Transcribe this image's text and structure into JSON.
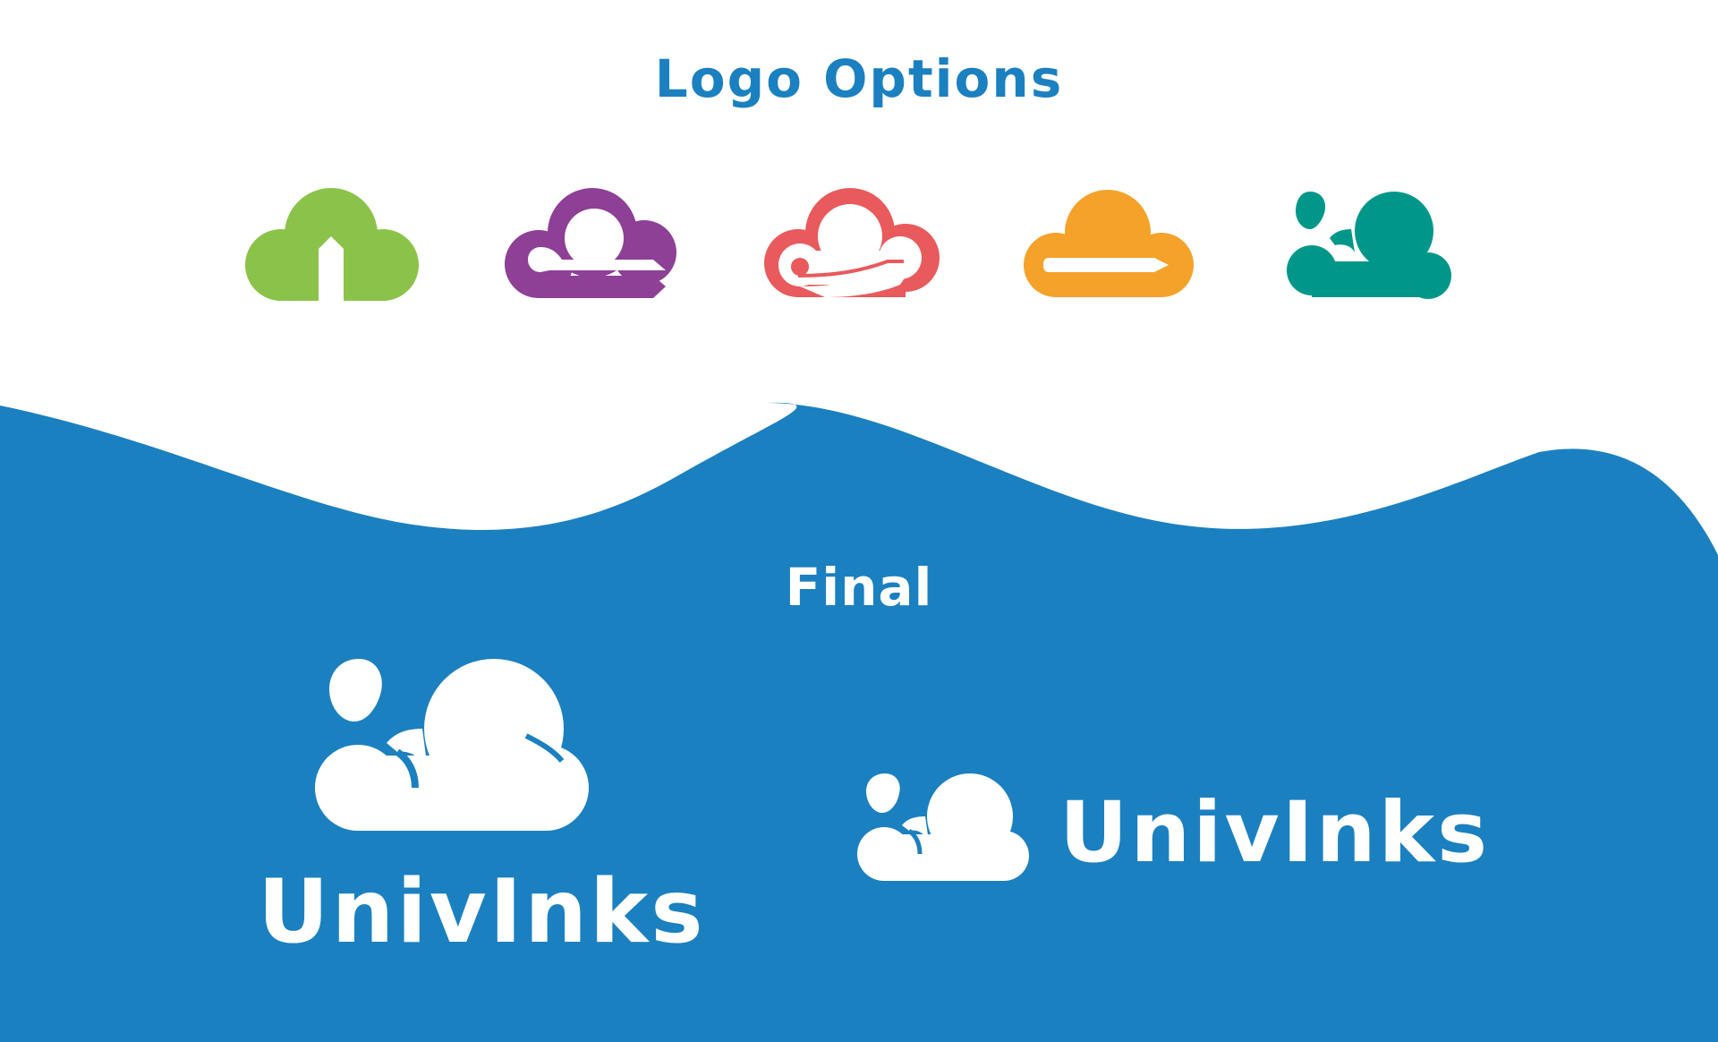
{
  "header": {
    "title": "Logo Options"
  },
  "final_section": {
    "title": "Final",
    "wordmark_large": "UnivInks",
    "wordmark_small": "UnivInks"
  },
  "colors": {
    "brand_blue": "#1b80c0",
    "white": "#ffffff",
    "option_green": "#8bc34a",
    "option_purple": "#8e3f96",
    "option_red": "#e85a5c",
    "option_orange": "#f4a22a",
    "option_teal": "#00978a"
  },
  "logo_options": [
    {
      "icon": "cloud-house-icon",
      "color": "#8bc34a"
    },
    {
      "icon": "cloud-swoosh-icon",
      "color": "#8e3f96"
    },
    {
      "icon": "cloud-outline-icon",
      "color": "#e85a5c"
    },
    {
      "icon": "cloud-pen-icon",
      "color": "#f4a22a"
    },
    {
      "icon": "cloud-droplet-icon",
      "color": "#00978a"
    }
  ]
}
